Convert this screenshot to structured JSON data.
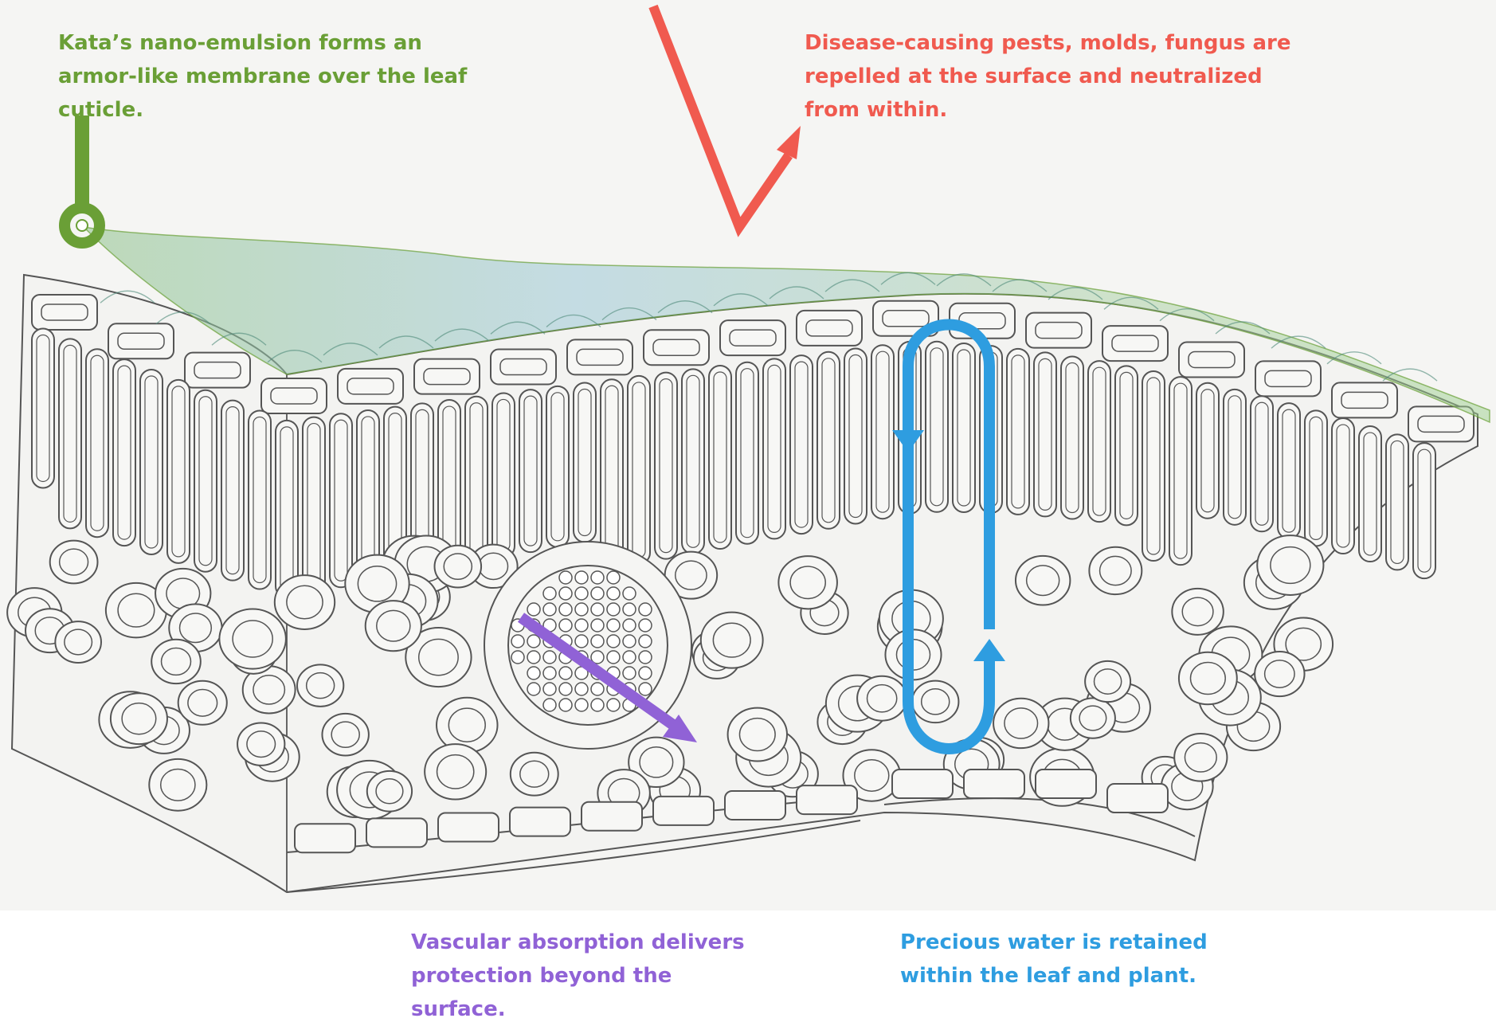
{
  "captions": {
    "membrane": "Kata’s nano-emulsion forms an armor-like membrane over the leaf cuticle.",
    "pests": "Disease-causing pests, molds, fungus are repelled at the surface and neutralized from within.",
    "vascular": "Vascular absorption delivers protection beyond the surface.",
    "water": "Precious water is retained within the leaf and plant."
  },
  "colors": {
    "membrane": "#6a9f36",
    "pests": "#f05a4f",
    "vascular": "#9062d6",
    "water": "#2e9de0",
    "panel_background": "#f5f5f3",
    "cell_outline": "#555555"
  }
}
